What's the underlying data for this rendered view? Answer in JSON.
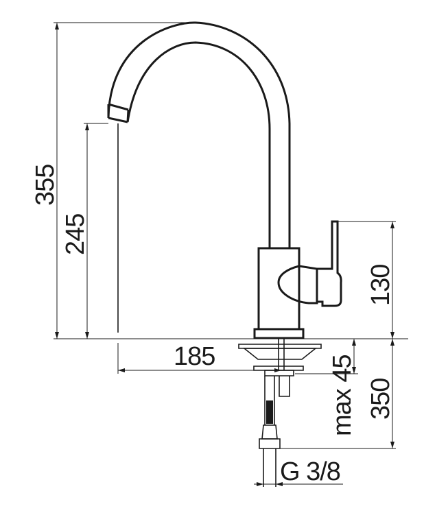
{
  "dimensions": {
    "total_height": "355",
    "spout_height": "245",
    "reach": "185",
    "handle_height": "130",
    "max_deck_thickness": "max 45",
    "hose_length": "350",
    "connection_thread": "G 3/8"
  },
  "colors": {
    "line": "#1a1a1a",
    "background": "#ffffff"
  }
}
